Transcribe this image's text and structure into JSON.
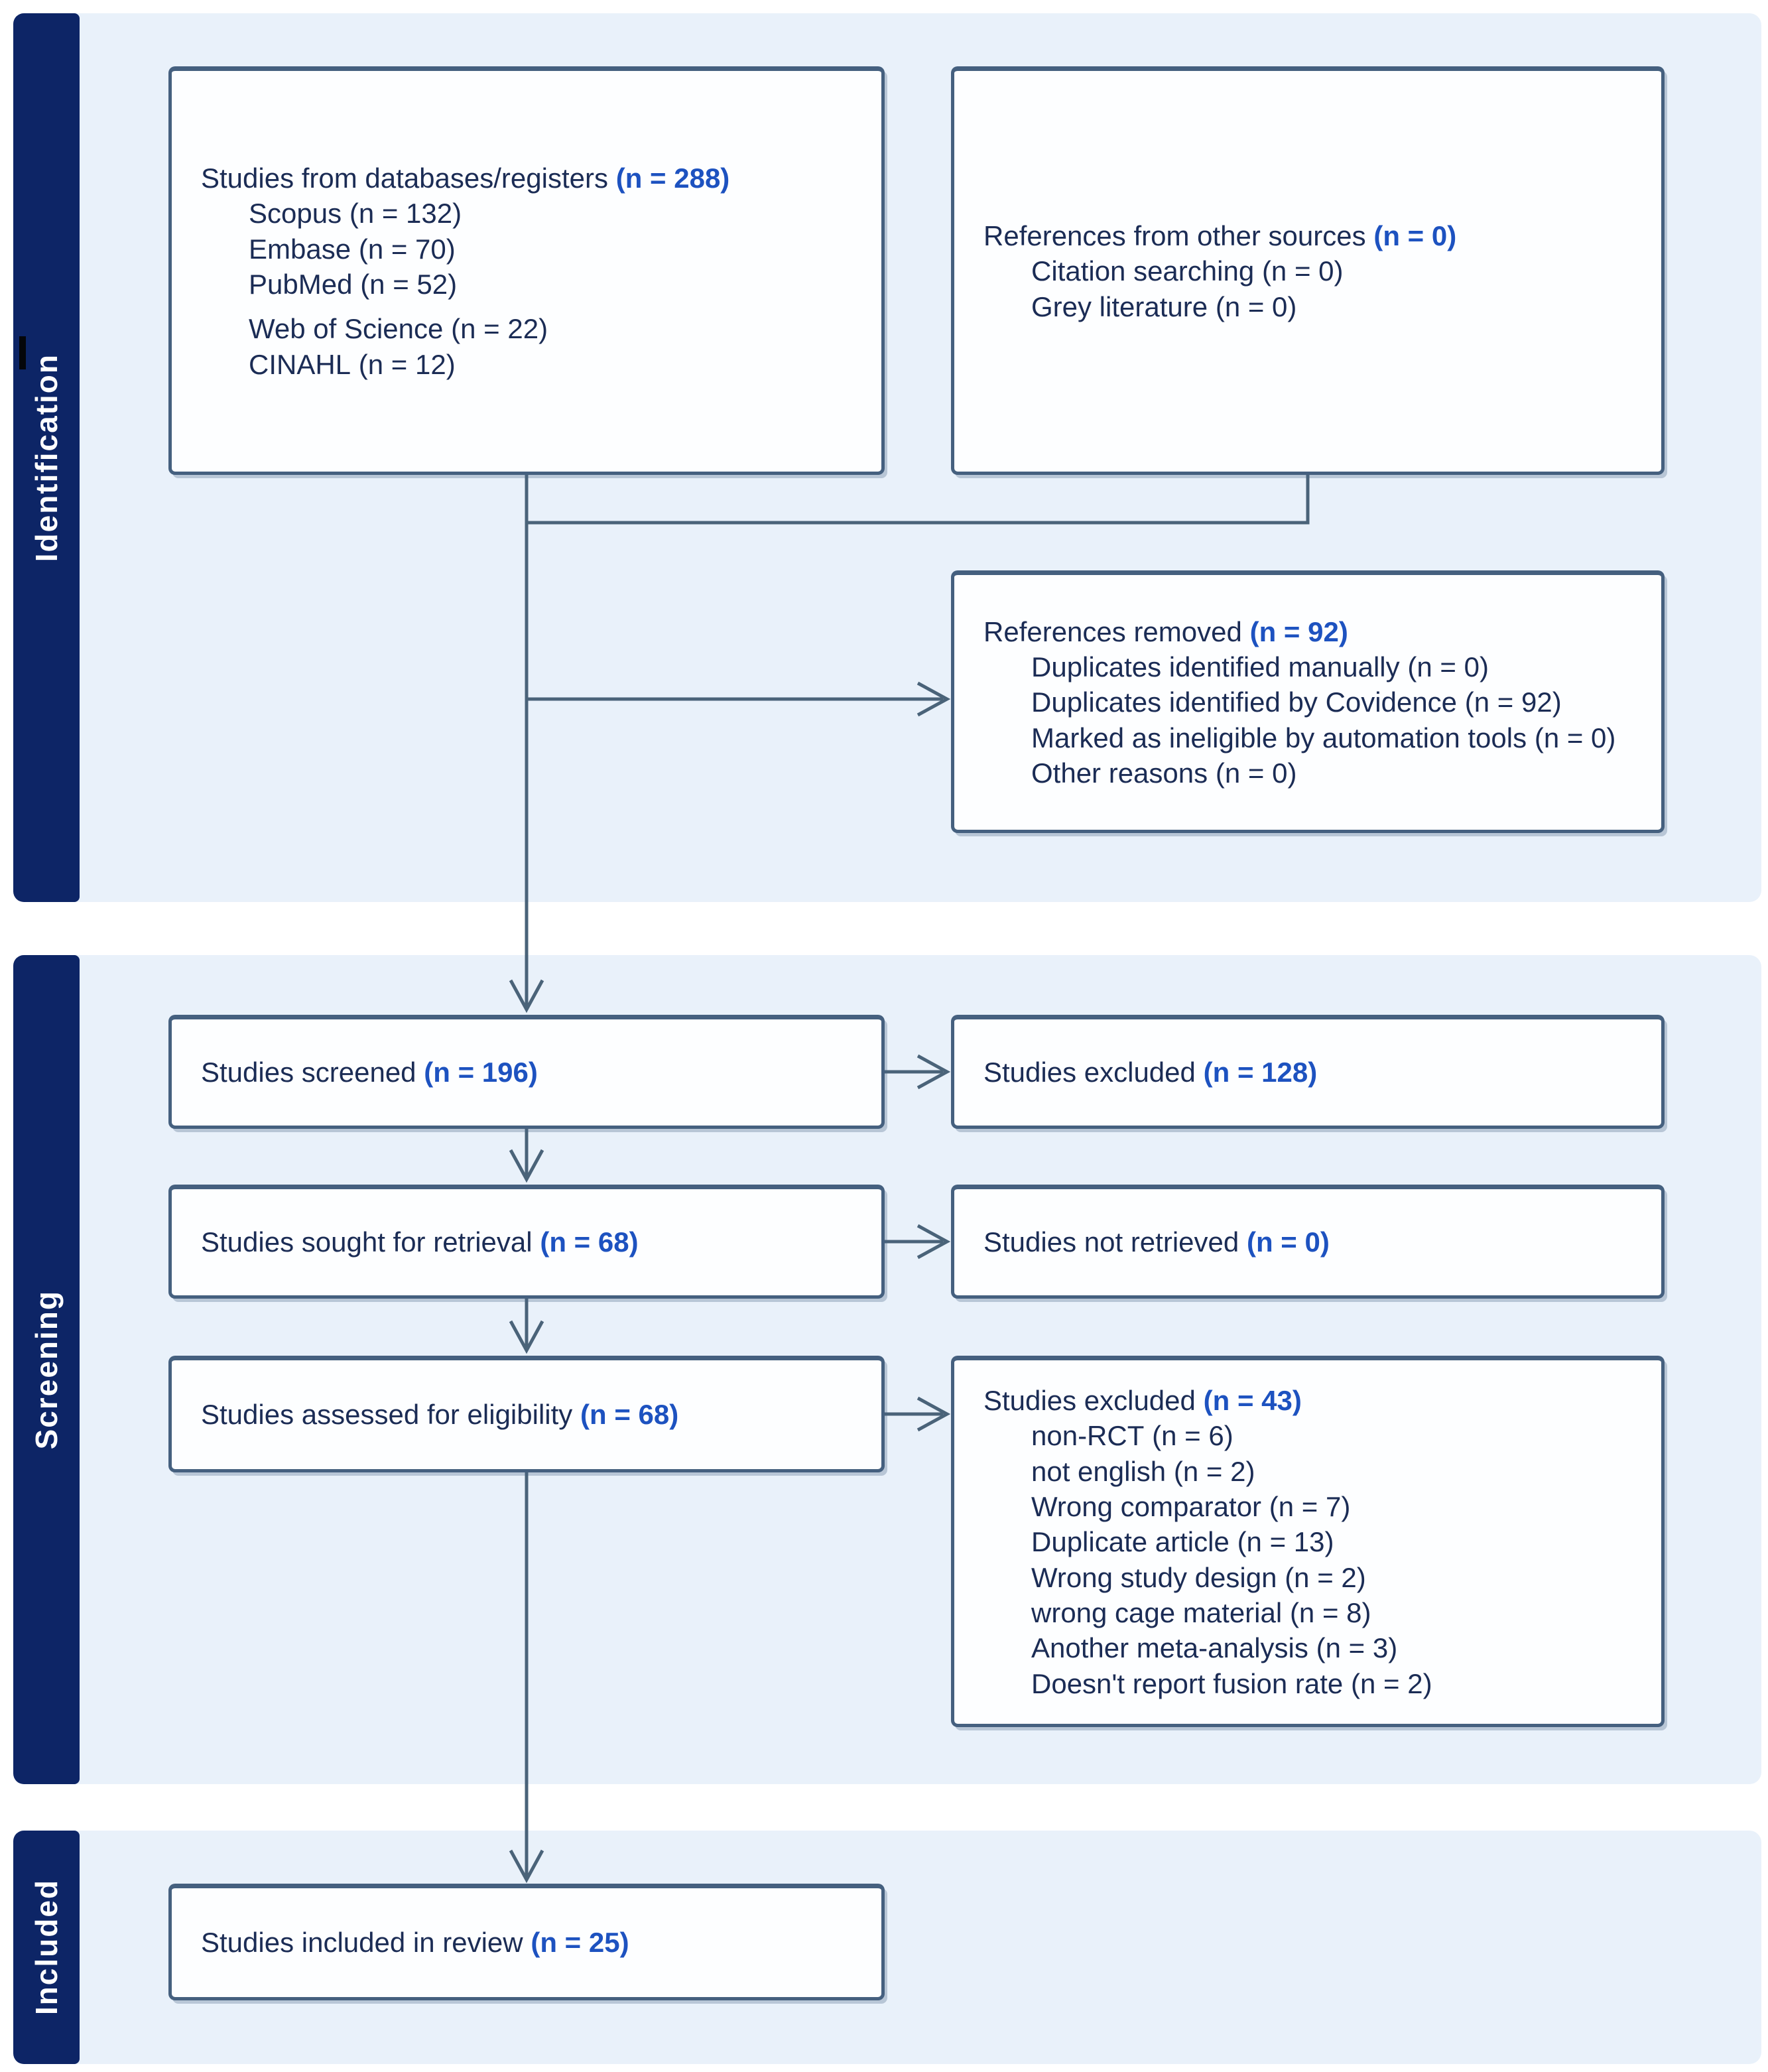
{
  "colors": {
    "accent": "#1d52c0",
    "text": "#1b2c55",
    "box_border": "#45607f",
    "connector": "#4a6379",
    "panel": "#e9f1fa",
    "sidebar": "#0d2566"
  },
  "sidebar": {
    "identification": "Identification",
    "screening": "Screening",
    "included": "Included"
  },
  "boxes": {
    "databases": {
      "title": {
        "label": "Studies from databases/registers",
        "n_text": "(n = 288)"
      },
      "items": [
        {
          "label": "Scopus",
          "n_text": "(n = 132)"
        },
        {
          "label": "Embase",
          "n_text": "(n = 70)"
        },
        {
          "label": "PubMed",
          "n_text": "(n = 52)"
        },
        {
          "label": "Web of Science",
          "n_text": "(n = 22)"
        },
        {
          "label": "CINAHL",
          "n_text": "(n = 12)"
        }
      ]
    },
    "other_sources": {
      "title": {
        "label": "References from other sources",
        "n_text": "(n = 0)"
      },
      "items": [
        {
          "label": "Citation searching",
          "n_text": "(n = 0)"
        },
        {
          "label": "Grey literature",
          "n_text": "(n = 0)"
        }
      ]
    },
    "references_removed": {
      "title": {
        "label": "References removed",
        "n_text": "(n = 92)"
      },
      "items": [
        {
          "label": "Duplicates identified manually",
          "n_text": "(n = 0)"
        },
        {
          "label": "Duplicates identified by Covidence",
          "n_text": "(n = 92)"
        },
        {
          "label": "Marked as ineligible by automation tools",
          "n_text": "(n = 0)"
        },
        {
          "label": "Other reasons",
          "n_text": "(n = 0)"
        }
      ]
    },
    "screened": {
      "title": {
        "label": "Studies screened",
        "n_text": "(n = 196)"
      }
    },
    "excluded_screening": {
      "title": {
        "label": "Studies excluded",
        "n_text": "(n = 128)"
      }
    },
    "sought": {
      "title": {
        "label": "Studies sought for retrieval",
        "n_text": "(n = 68)"
      }
    },
    "not_retrieved": {
      "title": {
        "label": "Studies not retrieved",
        "n_text": "(n = 0)"
      }
    },
    "assessed": {
      "title": {
        "label": "Studies assessed for eligibility",
        "n_text": "(n = 68)"
      }
    },
    "excluded_eligibility": {
      "title": {
        "label": "Studies excluded",
        "n_text": "(n = 43)"
      },
      "items": [
        {
          "label": "non-RCT",
          "n_text": "(n = 6)"
        },
        {
          "label": "not english",
          "n_text": "(n = 2)"
        },
        {
          "label": "Wrong comparator",
          "n_text": "(n = 7)"
        },
        {
          "label": "Duplicate article",
          "n_text": "(n = 13)"
        },
        {
          "label": "Wrong study design",
          "n_text": "(n = 2)"
        },
        {
          "label": "wrong cage material",
          "n_text": "(n = 8)"
        },
        {
          "label": "Another meta-analysis",
          "n_text": "(n = 3)"
        },
        {
          "label": "Doesn't report fusion rate",
          "n_text": "(n = 2)"
        }
      ]
    },
    "included_review": {
      "title": {
        "label": "Studies included in review",
        "n_text": "(n = 25)"
      }
    }
  }
}
